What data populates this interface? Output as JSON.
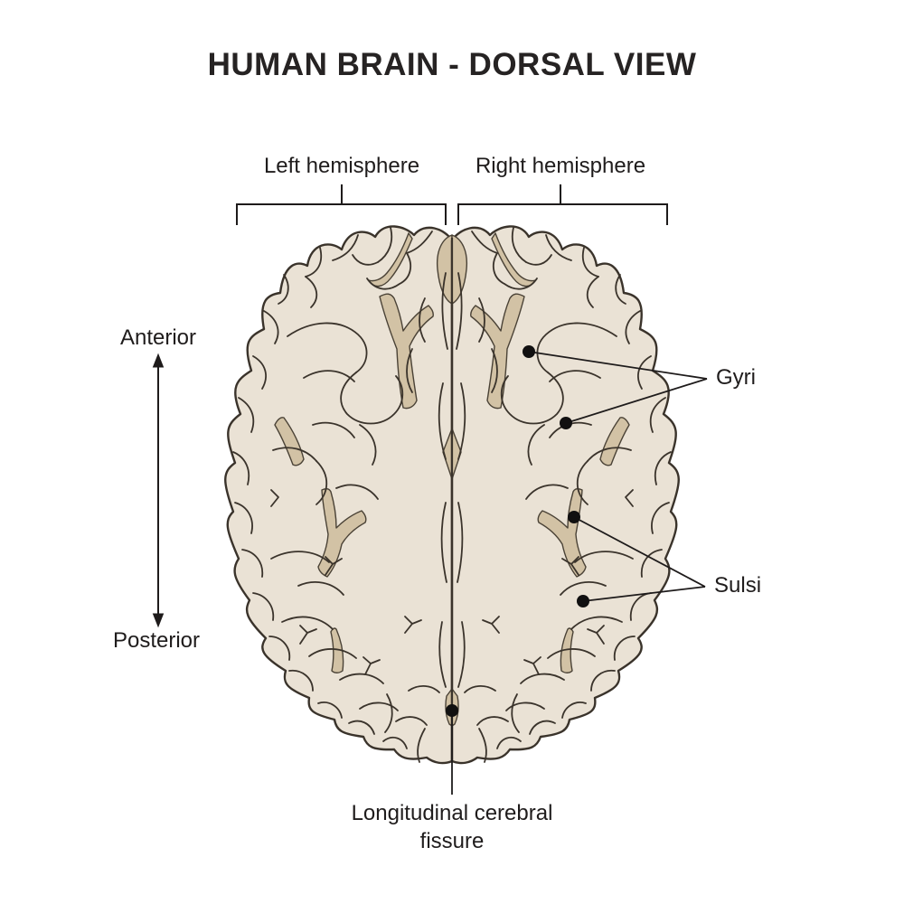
{
  "title": "HUMAN BRAIN - DORSAL VIEW",
  "hemisphere_labels": {
    "left": "Left hemisphere",
    "right": "Right hemisphere"
  },
  "orientation_labels": {
    "top": "Anterior",
    "bottom": "Posterior"
  },
  "structure_labels": {
    "gyri": "Gyri",
    "sulci": "Sulsi",
    "fissure_line1": "Longitudinal cerebral",
    "fissure_line2": "fissure"
  },
  "colors": {
    "background": "#ffffff",
    "brain_fill": "#EAE2D5",
    "sulci_fill": "#D2C2A5",
    "outline": "#3A332B",
    "annotation": "#1E1B1B",
    "text": "#1F1C1C"
  }
}
